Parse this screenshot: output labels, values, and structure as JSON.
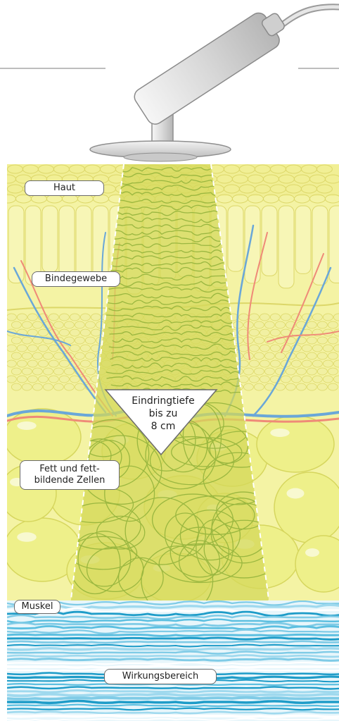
{
  "labels": {
    "haut": "Haut",
    "bindegewebe": "Bindegewebe",
    "fett_line1": "Fett und fett-",
    "fett_line2": "bildende Zellen",
    "muskel": "Muskel",
    "wirkungsbereich": "Wirkungsbereich"
  },
  "depth_callout": {
    "line1": "Eindringtiefe",
    "line2": "bis zu",
    "line3": "8 cm"
  },
  "colors": {
    "skin": "#f3f29a",
    "skin_line": "#ddd86c",
    "beam": "#cfd653",
    "beam_line": "#93b33c",
    "fat": "#e8ea6f",
    "muscle": "#5bbfe0",
    "muscle_dark": "#1e9cc8",
    "artery": "#ef8a78",
    "vein": "#6aa7d8",
    "device": "#dcdcdc"
  }
}
